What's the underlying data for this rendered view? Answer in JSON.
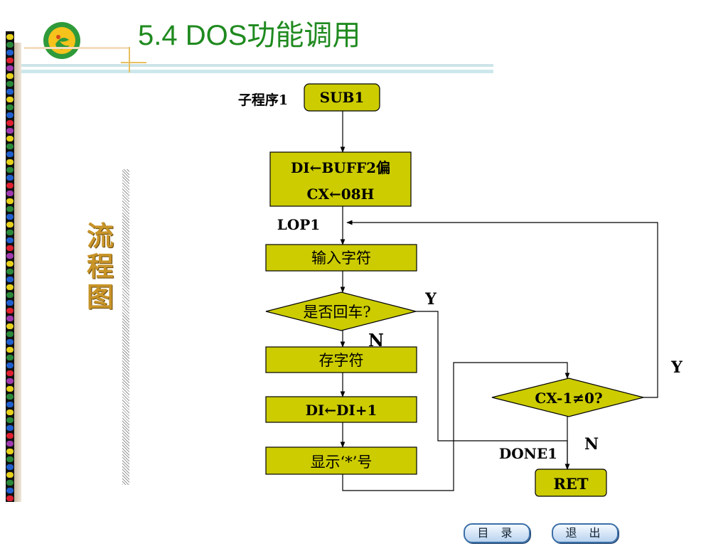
{
  "header": {
    "title": "5.4 DOS功能调用"
  },
  "side_label": [
    "流",
    "程",
    "图"
  ],
  "flowchart": {
    "subroutine_label": "子程序1",
    "start": "SUB1",
    "init_line1": "DI←BUFF2偏",
    "init_line2": "CX←08H",
    "loop_label": "LOP1",
    "input_char": "输入字符",
    "enter_check": "是否回车?",
    "enter_yes": "Y",
    "enter_no": "N",
    "store_char": "存字符",
    "inc_di": "DI←DI+1",
    "show_star": "显示‘*’号",
    "cx_check": "CX-1≠0?",
    "cx_yes": "Y",
    "cx_no": "N",
    "done_label": "DONE1",
    "end": "RET"
  },
  "nav": {
    "toc_label": "目 录",
    "exit_label": "退 出"
  },
  "colors": {
    "box_fill": "#cccc00",
    "title_green": "#1f8a1f",
    "side_gold": "#c89428"
  }
}
